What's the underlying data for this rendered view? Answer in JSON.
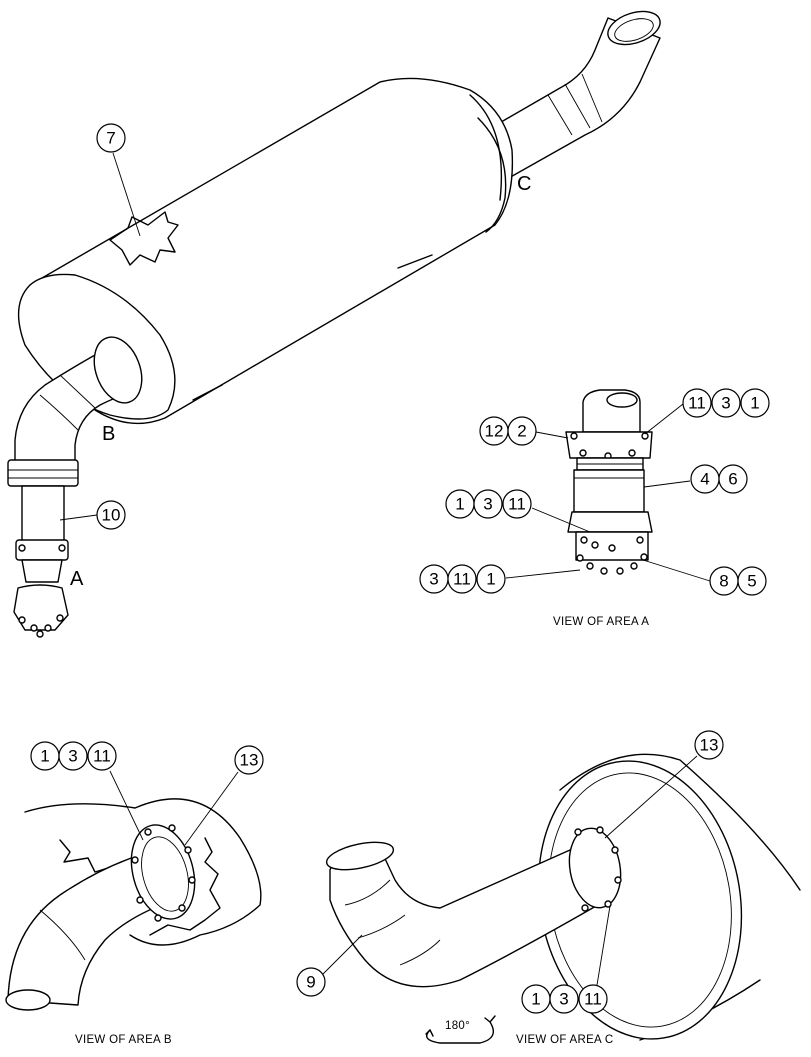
{
  "area_letters": {
    "a": "A",
    "b": "B",
    "c": "C"
  },
  "captions": {
    "view_a": "VIEW OF AREA  A",
    "view_b": "VIEW OF AREA  B",
    "view_c": "VIEW OF AREA  C",
    "rotation": "180°"
  },
  "callouts": {
    "main_7": [
      "7"
    ],
    "main_10": [
      "10"
    ],
    "a_top_left": [
      "12",
      "2"
    ],
    "a_top_right": [
      "11",
      "3",
      "1"
    ],
    "a_mid_right": [
      "4",
      "6"
    ],
    "a_mid_left": [
      "1",
      "3",
      "11"
    ],
    "a_bottom_left": [
      "3",
      "11",
      "1"
    ],
    "a_bottom_right": [
      "8",
      "5"
    ],
    "b_left": [
      "1",
      "3",
      "11"
    ],
    "b_right": [
      "13"
    ],
    "c_top": [
      "13"
    ],
    "c_left": [
      "9"
    ],
    "c_bottom": [
      "1",
      "3",
      "11"
    ]
  }
}
